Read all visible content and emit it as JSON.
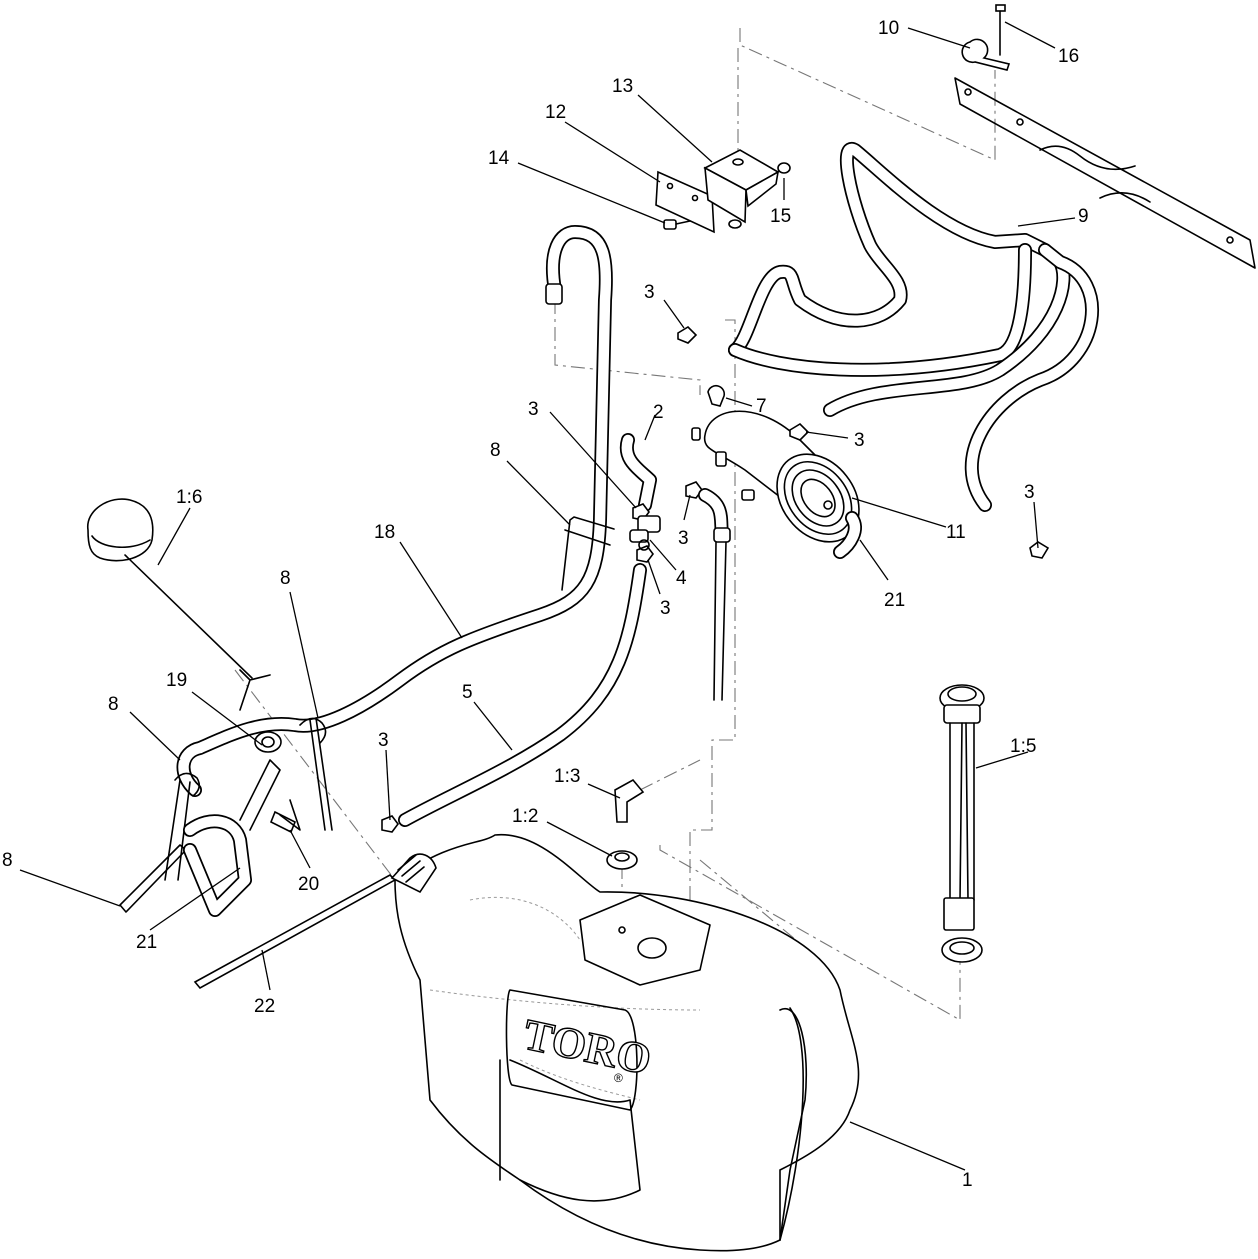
{
  "callouts": [
    {
      "id": "c-10",
      "text": "10"
    },
    {
      "id": "c-16",
      "text": "16"
    },
    {
      "id": "c-13",
      "text": "13"
    },
    {
      "id": "c-12",
      "text": "12"
    },
    {
      "id": "c-14",
      "text": "14"
    },
    {
      "id": "c-15",
      "text": "15"
    },
    {
      "id": "c-9",
      "text": "9"
    },
    {
      "id": "c-3a",
      "text": "3"
    },
    {
      "id": "c-7",
      "text": "7"
    },
    {
      "id": "c-3b",
      "text": "3"
    },
    {
      "id": "c-3c",
      "text": "3"
    },
    {
      "id": "c-2",
      "text": "2"
    },
    {
      "id": "c-3d",
      "text": "3"
    },
    {
      "id": "c-8a",
      "text": "8"
    },
    {
      "id": "c-11",
      "text": "11"
    },
    {
      "id": "c-3e",
      "text": "3"
    },
    {
      "id": "c-4",
      "text": "4"
    },
    {
      "id": "c-3f",
      "text": "3"
    },
    {
      "id": "c-21a",
      "text": "21"
    },
    {
      "id": "c-16b",
      "text": "1:6"
    },
    {
      "id": "c-18",
      "text": "18"
    },
    {
      "id": "c-8b",
      "text": "8"
    },
    {
      "id": "c-19",
      "text": "19"
    },
    {
      "id": "c-8c",
      "text": "8"
    },
    {
      "id": "c-5",
      "text": "5"
    },
    {
      "id": "c-3g",
      "text": "3"
    },
    {
      "id": "c-13b",
      "text": "1:3"
    },
    {
      "id": "c-15b",
      "text": "1:5"
    },
    {
      "id": "c-12b",
      "text": "1:2"
    },
    {
      "id": "c-20",
      "text": "20"
    },
    {
      "id": "c-8d",
      "text": "8"
    },
    {
      "id": "c-21b",
      "text": "21"
    },
    {
      "id": "c-22",
      "text": "22"
    },
    {
      "id": "c-1",
      "text": "1"
    }
  ],
  "brand": {
    "logo_text": "TORO",
    "registered_mark": "®"
  }
}
